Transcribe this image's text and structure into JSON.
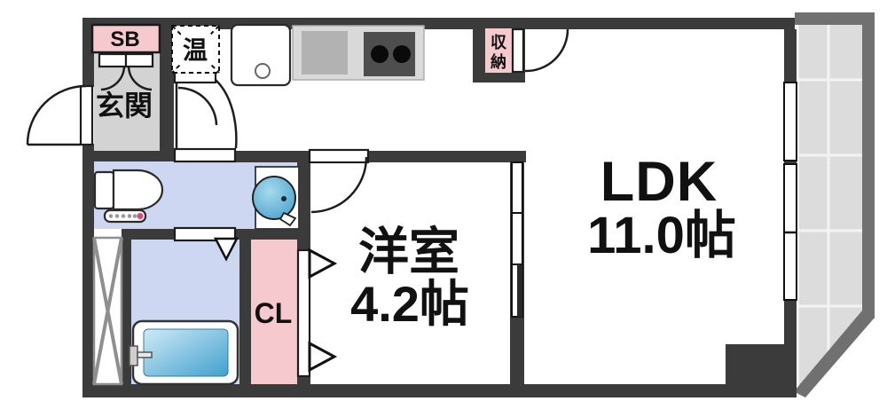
{
  "floorplan": {
    "rooms": {
      "entrance": {
        "label": "玄関"
      },
      "shoe_box": {
        "label": "SB"
      },
      "water_heater": {
        "label": "温"
      },
      "storage": {
        "chars": [
          "収",
          "納"
        ]
      },
      "ldk": {
        "label": "LDK",
        "size": "11.0帖"
      },
      "western_room": {
        "label": "洋室",
        "size": "4.2帖"
      },
      "closet": {
        "label": "CL"
      }
    },
    "colors": {
      "wall": "#3b3b3b",
      "pink": "#f5c9cd",
      "entrance_gray": "#d3d3d3",
      "water_blue": "#cdd7f1",
      "tile": "#dcdcdc",
      "rail": "#707070",
      "counter": "#d9d9d9",
      "counter_inner": "#b2b2b2",
      "stove": "#4e4e4e",
      "burner": "#0a0a0a",
      "shaft_line": "#8f8f8f",
      "tub_water_from": "#cfeaf6",
      "tub_water_to": "#41a0cf",
      "basin_from": "#a6dbeb",
      "basin_to": "#459fce",
      "dot_red": "#e0457b"
    }
  }
}
